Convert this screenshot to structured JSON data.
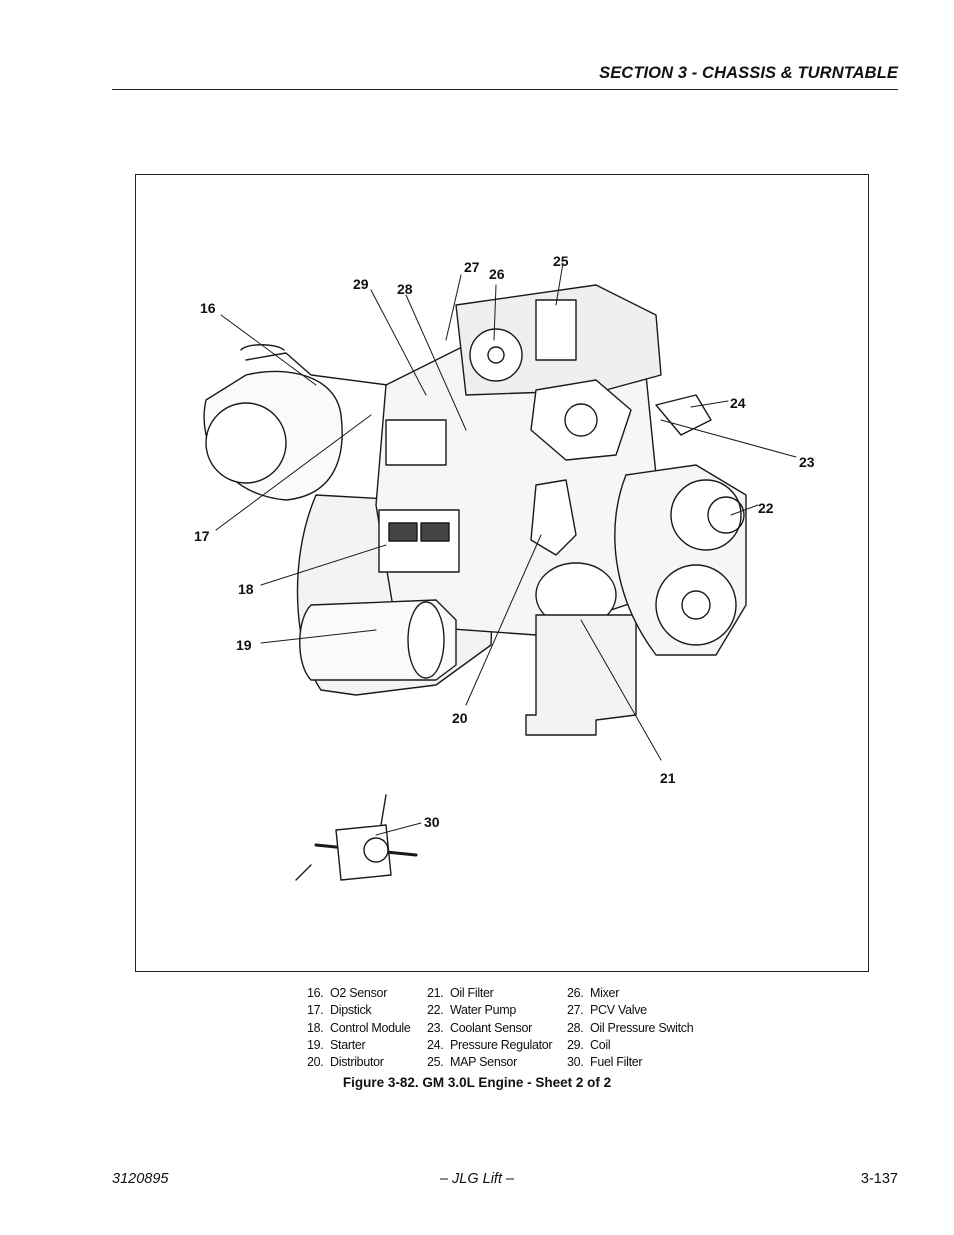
{
  "header": {
    "section_title": "SECTION 3 - CHASSIS & TURNTABLE"
  },
  "figure": {
    "callouts": [
      "16",
      "17",
      "18",
      "19",
      "20",
      "21",
      "22",
      "23",
      "24",
      "25",
      "26",
      "27",
      "28",
      "29",
      "30"
    ]
  },
  "legend": {
    "col1": [
      {
        "num": "16.",
        "label": "O2 Sensor"
      },
      {
        "num": "17.",
        "label": "Dipstick"
      },
      {
        "num": "18.",
        "label": "Control Module"
      },
      {
        "num": "19.",
        "label": "Starter"
      },
      {
        "num": "20.",
        "label": "Distributor"
      }
    ],
    "col2": [
      {
        "num": "21.",
        "label": "Oil Filter"
      },
      {
        "num": "22.",
        "label": "Water Pump"
      },
      {
        "num": "23.",
        "label": "Coolant Sensor"
      },
      {
        "num": "24.",
        "label": "Pressure Regulator"
      },
      {
        "num": "25.",
        "label": "MAP Sensor"
      }
    ],
    "col3": [
      {
        "num": "26.",
        "label": "Mixer"
      },
      {
        "num": "27.",
        "label": "PCV Valve"
      },
      {
        "num": "28.",
        "label": "Oil Pressure Switch"
      },
      {
        "num": "29.",
        "label": "Coil"
      },
      {
        "num": "30.",
        "label": "Fuel Filter"
      }
    ]
  },
  "caption": "Figure 3-82.  GM 3.0L Engine - Sheet 2 of 2",
  "footer": {
    "doc_number": "3120895",
    "publisher": "– JLG Lift –",
    "page_number": "3-137"
  }
}
